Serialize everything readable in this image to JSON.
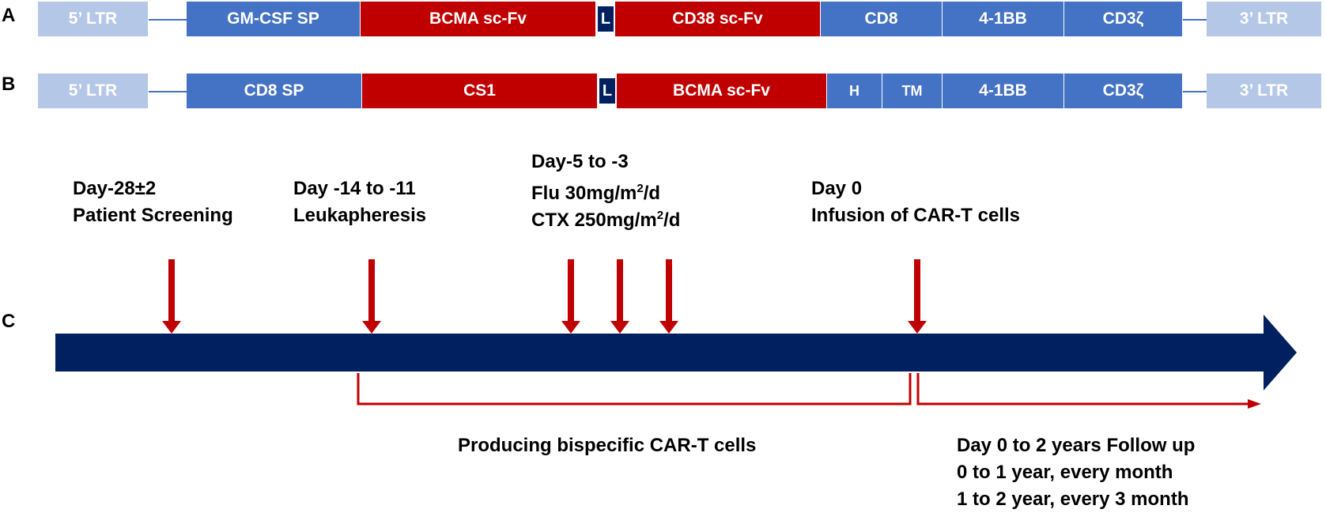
{
  "panels": {
    "a": "A",
    "b": "B",
    "c": "C"
  },
  "colors": {
    "ltr": "#b4c7e7",
    "blue": "#4472c4",
    "red": "#c00000",
    "linker": "#002060",
    "timeline": "#002060",
    "arrow_red": "#c00000"
  },
  "construct_a": {
    "segments": [
      {
        "label": "5’ LTR",
        "kind": "ltr"
      },
      {
        "label": "GM-CSF SP",
        "kind": "blue"
      },
      {
        "label": "BCMA sc-Fv",
        "kind": "red"
      },
      {
        "label": "L",
        "kind": "linker"
      },
      {
        "label": "CD38 sc-Fv",
        "kind": "red"
      },
      {
        "label": "CD8",
        "kind": "blue"
      },
      {
        "label": "4-1BB",
        "kind": "blue"
      },
      {
        "label": "CD3ζ",
        "kind": "blue"
      },
      {
        "label": "3’ LTR",
        "kind": "ltr"
      }
    ]
  },
  "construct_b": {
    "segments": [
      {
        "label": "5’ LTR",
        "kind": "ltr"
      },
      {
        "label": "CD8 SP",
        "kind": "blue"
      },
      {
        "label": "CS1",
        "kind": "red"
      },
      {
        "label": "L",
        "kind": "linker"
      },
      {
        "label": "BCMA sc-Fv",
        "kind": "red"
      },
      {
        "label": "H",
        "kind": "blue"
      },
      {
        "label": "TM",
        "kind": "blue"
      },
      {
        "label": "4-1BB",
        "kind": "blue"
      },
      {
        "label": "CD3ζ",
        "kind": "blue"
      },
      {
        "label": "3’ LTR",
        "kind": "ltr"
      }
    ]
  },
  "timeline": {
    "screening": {
      "line1": "Day-28±2",
      "line2": "Patient Screening"
    },
    "leukapheresis": {
      "line1": "Day -14 to -11",
      "line2": "Leukapheresis"
    },
    "conditioning": {
      "line1": "Day-5 to -3",
      "flu_prefix": "Flu 30mg/m",
      "flu_sup": "2",
      "flu_suffix": "/d",
      "ctx_prefix": "CTX 250mg/m",
      "ctx_sup": "2",
      "ctx_suffix": "/d"
    },
    "infusion": {
      "line1": "Day 0",
      "line2": "Infusion of CAR-T cells"
    },
    "producing": "Producing bispecific CAR-T cells",
    "follow_up": {
      "line1": "Day 0 to 2 years Follow up",
      "line2": "0 to 1 year, every month",
      "line3": "1 to 2 year, every 3 month"
    }
  }
}
